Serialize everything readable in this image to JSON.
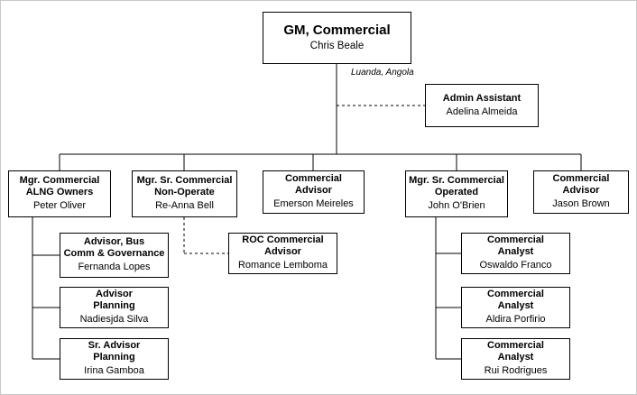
{
  "org_chart": {
    "root": {
      "title": "GM, Commercial",
      "name": "Chris Beale",
      "location": "Luanda, Angola"
    },
    "admin_assistant": {
      "title": "Admin Assistant",
      "name": "Adelina Almeida"
    },
    "managers": [
      {
        "title": "Mgr. Commercial\nALNG Owners",
        "name": "Peter Oliver"
      },
      {
        "title": "Mgr. Sr. Commercial\nNon-Operate",
        "name": "Re-Anna Bell"
      },
      {
        "title": "Commercial\nAdvisor",
        "name": "Emerson Meireles"
      },
      {
        "title": "Mgr. Sr. Commercial\nOperated",
        "name": "John O'Brien"
      },
      {
        "title": "Commercial\nAdvisor",
        "name": "Jason Brown"
      }
    ],
    "alng_owners_team": [
      {
        "title": "Advisor, Bus\nComm & Governance",
        "name": "Fernanda Lopes"
      },
      {
        "title": "Advisor\nPlanning",
        "name": "Nadiesjda Silva"
      },
      {
        "title": "Sr. Advisor\nPlanning",
        "name": "Irina Gamboa"
      }
    ],
    "non_operate_team": [
      {
        "title": "ROC Commercial\nAdvisor",
        "name": "Romance Lemboma"
      }
    ],
    "operated_team": [
      {
        "title": "Commercial\nAnalyst",
        "name": "Oswaldo Franco"
      },
      {
        "title": "Commercial\nAnalyst",
        "name": "Aldira Porfirio"
      },
      {
        "title": "Commercial\nAnalyst",
        "name": "Rui Rodrigues"
      }
    ],
    "colors": {
      "box_border": "#000000",
      "box_background": "#ffffff",
      "connector": "#000000"
    }
  }
}
